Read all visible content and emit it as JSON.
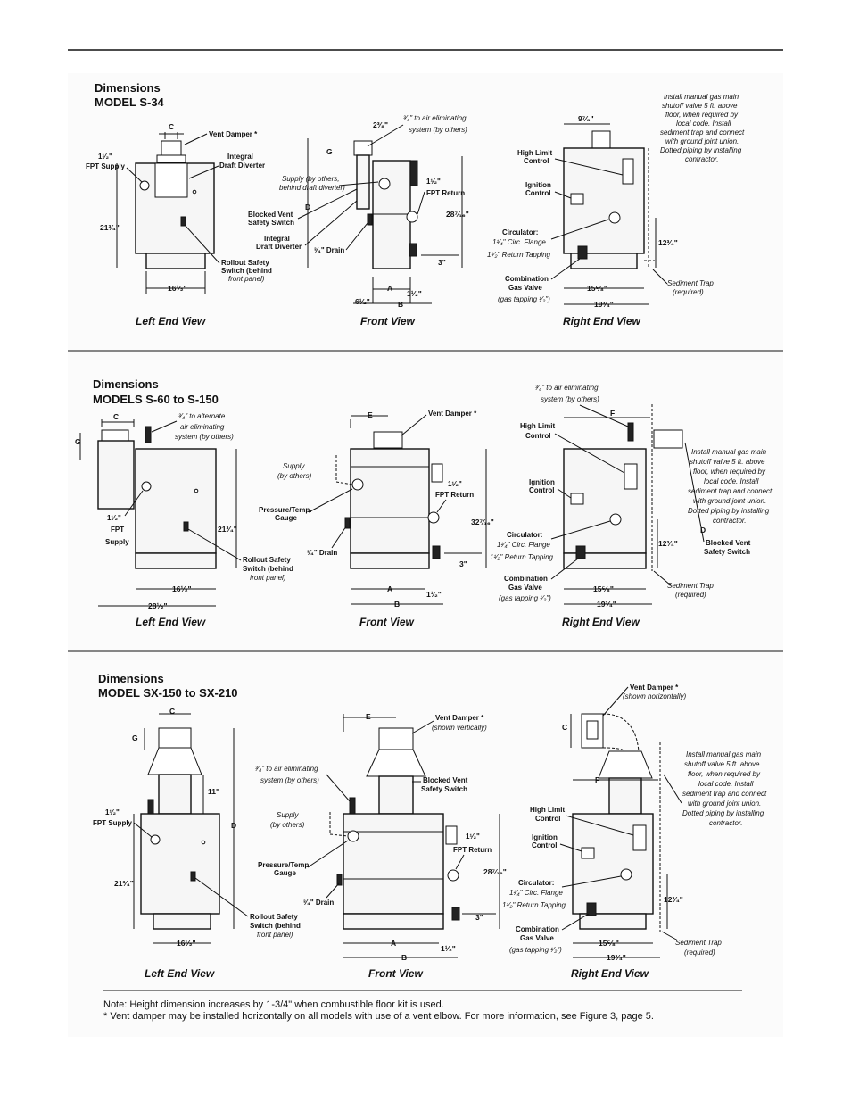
{
  "sections": [
    {
      "title_line1": "Dimensions",
      "title_line2": "MODEL S-34",
      "left": {
        "view_title": "Left End View",
        "c": "C",
        "vent_damper": "Vent Damper *",
        "supply_l1": "1¹⁄₂\"",
        "supply_l2": "FPT Supply",
        "draft_l1": "Integral",
        "draft_l2": "Draft Diverter",
        "height": "21³⁄₄\"",
        "rollout_l1": "Rollout Safety",
        "rollout_l2": "Switch (behind",
        "rollout_l3": "front panel)",
        "width": "16¹⁄₂\""
      },
      "front": {
        "view_title": "Front View",
        "top": "2³⁄₈\"",
        "g": "G",
        "d": "D",
        "air_l1": "³⁄₄\" to air eliminating",
        "air_l2": "system (by others)",
        "supply_l1": "Supply (by others,",
        "supply_l2": "behind draft diverter)",
        "blocked_l1": "Blocked Vent",
        "blocked_l2": "Safety Switch",
        "draft_l1": "Integral",
        "draft_l2": "Draft Diverter",
        "return_l1": "1¹⁄₂\"",
        "return_l2": "FPT Return",
        "height": "28⁷⁄₁₆\"",
        "drain": "³⁄₄\" Drain",
        "three": "3\"",
        "a": "A",
        "b": "B",
        "half": "1¹⁄₂\"",
        "width": "6¹⁄₂\""
      },
      "right": {
        "view_title": "Right End View",
        "top": "9⁷⁄₈\"",
        "note_l1": "Install manual gas main",
        "note_l2": "shutoff valve 5 ft. above",
        "note_l3": "floor, when required by",
        "note_l4": "local code. Install",
        "note_l5": "sediment trap and connect",
        "note_l6": "with ground joint union.",
        "note_l7": "Dotted piping by installing",
        "note_l8": "contractor.",
        "high_l1": "High Limit",
        "high_l2": "Control",
        "ign_l1": "Ignition",
        "ign_l2": "Control",
        "circ_l1": "Circulator:",
        "circ_l2": "1¹⁄₄\" Circ. Flange",
        "circ_l3": "1¹⁄₂\" Return Tapping",
        "height": "12³⁄₄\"",
        "gas_l1": "Combination",
        "gas_l2": "Gas Valve",
        "gas_l3": "(gas tapping ¹⁄₂\")",
        "trap_l1": "Sediment Trap",
        "trap_l2": "(required)",
        "w1": "15⁵⁄₈\"",
        "w2": "19³⁄₄\""
      }
    },
    {
      "title_line1": "Dimensions",
      "title_line2": "MODELS S-60 to S-150",
      "left": {
        "view_title": "Left End View",
        "c": "C",
        "g": "G",
        "alt_l1": "³⁄₄\" to alternate",
        "alt_l2": "air eliminating",
        "alt_l3": "system (by others)",
        "supply_l1": "1¹⁄₂\"",
        "supply_l2": "FPT",
        "supply_l3": "Supply",
        "height": "21³⁄₄\"",
        "rollout_l1": "Rollout Safety",
        "rollout_l2": "Switch (behind",
        "rollout_l3": "front panel)",
        "width": "16¹⁄₂\"",
        "width2": "28¹⁄₂\""
      },
      "front": {
        "view_title": "Front View",
        "e": "E",
        "vent_damper": "Vent Damper *",
        "supply_l1": "Supply",
        "supply_l2": "(by others)",
        "press_l1": "Pressure/Temp.",
        "press_l2": "Gauge",
        "return_l1": "1¹⁄₂\"",
        "return_l2": "FPT Return",
        "height": "32⁷⁄₁₆\"",
        "drain": "³⁄₄\" Drain",
        "three": "3\"",
        "a": "A",
        "b": "B",
        "half": "1¹⁄₂\""
      },
      "right": {
        "view_title": "Right End View",
        "air_l1": "³⁄₄\" to air eliminating",
        "air_l2": "system (by others)",
        "f": "F",
        "d": "D",
        "high_l1": "High Limit",
        "high_l2": "Control",
        "ign_l1": "Ignition",
        "ign_l2": "Control",
        "note_l1": "Install manual gas main",
        "note_l2": "shutoff valve 5 ft. above",
        "note_l3": "floor, when required by",
        "note_l4": "local code. Install",
        "note_l5": "sediment trap and connect",
        "note_l6": "with ground joint union.",
        "note_l7": "Dotted piping by installing",
        "note_l8": "contractor.",
        "circ_l1": "Circulator:",
        "circ_l2": "1¹⁄₄\" Circ. Flange",
        "circ_l3": "1¹⁄₂\" Return Tapping",
        "height": "12³⁄₄\"",
        "blocked_l1": "Blocked Vent",
        "blocked_l2": "Safety Switch",
        "gas_l1": "Combination",
        "gas_l2": "Gas Valve",
        "gas_l3": "(gas tapping ¹⁄₂\")",
        "trap_l1": "Sediment Trap",
        "trap_l2": "(required)",
        "w1": "15⁵⁄₈\"",
        "w2": "19³⁄₄\""
      }
    },
    {
      "title_line1": "Dimensions",
      "title_line2": "MODEL SX-150 to SX-210",
      "left": {
        "view_title": "Left End View",
        "c": "C",
        "g": "G",
        "d": "D",
        "eleven": "11\"",
        "supply_l1": "1¹⁄₂\"",
        "supply_l2": "FPT Supply",
        "height": "21³⁄₄\"",
        "rollout_l1": "Rollout Safety",
        "rollout_l2": "Switch (behind",
        "rollout_l3": "front panel)",
        "width": "16¹⁄₂\""
      },
      "front": {
        "view_title": "Front View",
        "e": "E",
        "vent_l1": "Vent Damper *",
        "vent_l2": "(shown vertically)",
        "air_l1": "³⁄₄\" to air eliminating",
        "air_l2": "system (by others)",
        "blocked_l1": "Blocked Vent",
        "blocked_l2": "Safety Switch",
        "supply_l1": "Supply",
        "supply_l2": "(by others)",
        "press_l1": "Pressure/Temp.",
        "press_l2": "Gauge",
        "return_l1": "1¹⁄₂\"",
        "return_l2": "FPT Return",
        "height": "28⁷⁄₁₆\"",
        "drain": "³⁄₄\" Drain",
        "three": "3\"",
        "a": "A",
        "b": "B",
        "half": "1¹⁄₂\""
      },
      "right": {
        "view_title": "Right End View",
        "vent_l1": "Vent Damper *",
        "vent_l2": "(shown horizontally)",
        "c": "C",
        "f": "F",
        "note_l1": "Install manual gas main",
        "note_l2": "shutoff valve 5 ft. above",
        "note_l3": "floor, when required by",
        "note_l4": "local code. Install",
        "note_l5": "sediment trap and connect",
        "note_l6": "with ground joint union.",
        "note_l7": "Dotted piping by installing",
        "note_l8": "contractor.",
        "high_l1": "High Limit",
        "high_l2": "Control",
        "ign_l1": "Ignition",
        "ign_l2": "Control",
        "circ_l1": "Circulator:",
        "circ_l2": "1¹⁄₄\" Circ. Flange",
        "circ_l3": "1¹⁄₂\" Return Tapping",
        "height": "12³⁄₄\"",
        "gas_l1": "Combination",
        "gas_l2": "Gas Valve",
        "gas_l3": "(gas tapping ¹⁄₂\")",
        "trap_l1": "Sediment Trap",
        "trap_l2": "(required)",
        "w1": "15⁵⁄₈\"",
        "w2": "19³⁄₄\""
      }
    }
  ],
  "notes": {
    "line1": "Note:  Height dimension increases by 1-3/4\" when combustible floor kit is used.",
    "line2": "*   Vent damper may be installed horizontally on all models with use of a vent elbow. For more information, see Figure 3, page 5."
  }
}
